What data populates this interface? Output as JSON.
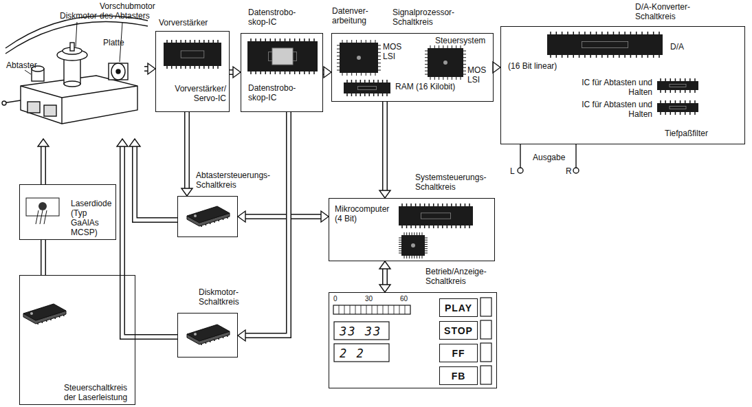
{
  "diagram": {
    "nodes": [
      {
        "text": [
          "Vorschubmotor des Abtasters",
          "Diskmotor",
          "Platte",
          "Abtaster"
        ]
      },
      {
        "text": [
          "Vorverstärker",
          "Vorverstärker/ Servo-IC"
        ]
      },
      {
        "text": [
          "Datenstrobo- skop-IC",
          "Datenstrobo- skop-IC"
        ]
      },
      {
        "text": [
          "Datenver- arbeitung",
          "Signalprozessor- Schaltkreis",
          "Steuersystem",
          "MOS LSI",
          "MOS LSI",
          "RAM (16 Kilobit)"
        ]
      },
      {
        "text": [
          "D/A-Konverter- Schaltkreis",
          "D/A",
          "(16 Bit linear)",
          "IC für Abtasten und Halten",
          "IC für Abtasten und Halten",
          "Tiefpaßfilter"
        ]
      },
      {
        "text": [
          "Abtastersteuerungs- Schaltkreis"
        ]
      },
      {
        "text": [
          "Systemsteuerungs- Schaltkreis",
          "Mikrocomputer (4 Bit)"
        ]
      },
      {
        "text": [
          "Diskmotor- Schaltkreis"
        ]
      },
      {
        "text": [
          "Betrieb/Anzeige- Schaltkreis"
        ]
      },
      {
        "text": [
          "PLAY"
        ],
        "in": 8
      },
      {
        "text": [
          "STOP"
        ],
        "in": 8
      },
      {
        "text": [
          "FF"
        ],
        "in": 8
      },
      {
        "text": [
          "FB"
        ],
        "in": 8
      },
      {
        "text": [
          "Laserdiode (Typ GaAlAs MCSP)"
        ]
      },
      {
        "text": [
          "Steuerschaltkreis der Laserleistung"
        ]
      }
    ],
    "edges": [
      {
        "from": 0,
        "to": 1,
        "arrow": "to"
      },
      {
        "from": 1,
        "to": 2,
        "arrow": "to"
      },
      {
        "from": 2,
        "to": 3,
        "arrow": "to"
      },
      {
        "from": 3,
        "to": 4,
        "arrow": "to"
      },
      {
        "from": 1,
        "to": 5,
        "arrow": "to"
      },
      {
        "from": 5,
        "to": 0,
        "arrow": "to"
      },
      {
        "from": 5,
        "to": 6,
        "arrow": "both"
      },
      {
        "from": 3,
        "to": 6,
        "arrow": "to"
      },
      {
        "from": 2,
        "to": 7,
        "arrow": "to"
      },
      {
        "from": 7,
        "to": 0,
        "arrow": "to"
      },
      {
        "from": 6,
        "to": 8,
        "arrow": "both"
      },
      {
        "from": 13,
        "to": 0,
        "arrow": "to"
      },
      {
        "from": 14,
        "to": 13,
        "arrow": "none"
      }
    ],
    "labels": [
      "Ausgabe",
      "L",
      "R",
      "0",
      "30",
      "60",
      "33 33",
      "2 2"
    ]
  }
}
